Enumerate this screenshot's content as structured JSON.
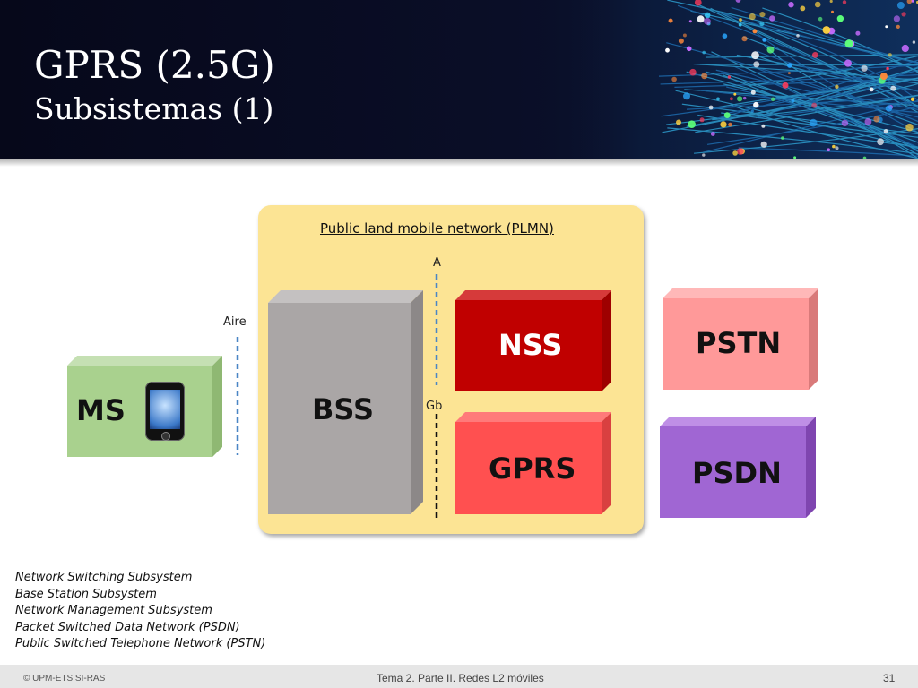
{
  "header": {
    "title": "GPRS (2.5G)",
    "subtitle": "Subsistemas (1)"
  },
  "diagram": {
    "plmn_title": "Public land mobile network (PLMN)",
    "interfaces": {
      "air": "Aire",
      "a": "A",
      "gb": "Gb"
    },
    "blocks": {
      "ms": "MS",
      "bss": "BSS",
      "nss": "NSS",
      "gprs": "GPRS",
      "pstn": "PSTN",
      "psdn": "PSDN"
    },
    "colors": {
      "plmn_bg": "#fce494",
      "ms": "#a9d18e",
      "bss": "#aaa6a6",
      "nss": "#c00000",
      "gprs": "#ff5050",
      "pstn": "#ff9999",
      "psdn": "#a066d3",
      "interface_line": "#4a86c5"
    }
  },
  "legend": [
    "Network Switching Subsystem",
    "Base Station Subsystem",
    "Network Management Subsystem",
    "Packet Switched Data Network (PSDN)",
    "Public Switched Telephone Network (PSTN)"
  ],
  "footer": {
    "copyright": "© UPM-ETSISI-RAS",
    "course": "Tema 2. Parte II. Redes L2 móviles",
    "page_number": "31"
  }
}
